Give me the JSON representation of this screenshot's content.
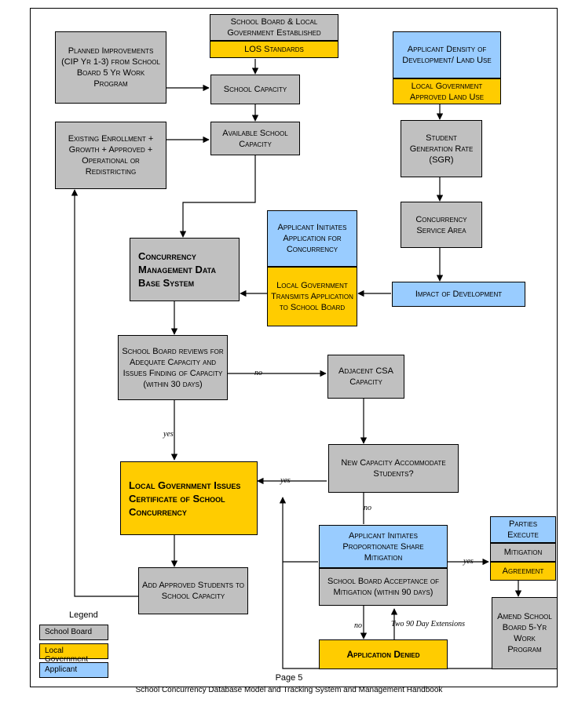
{
  "boxes": {
    "school_board_local_gov": "School Board & Local Government Established",
    "los_standards": "LOS Standards",
    "planned_improvements": "Planned Improvements (CIP Yr 1-3) from School Board 5 Yr Work Program",
    "applicant_density": "Applicant Density of Development/ Land Use",
    "local_gov_land_use": "Local Government Approved Land Use",
    "school_capacity": "School Capacity",
    "existing_enrollment": "Existing Enrollment + Growth + Approved + Operational or Redistricting",
    "available_capacity": "Available School Capacity",
    "sgr": "Student Generation Rate (SGR)",
    "concurrency_service_area": "Concurrency Service Area",
    "applicant_initiates_application": "Applicant Initiates Application for Concurrency",
    "local_gov_transmits": "Local Government Transmits Application to School Board",
    "cmdb_system": "Concurrency Management Data Base System",
    "impact_of_development": "Impact of Development",
    "school_board_reviews": "School Board reviews for Adequate Capacity and Issues Finding of Capacity (within 30 days)",
    "adjacent_csa": "Adjacent CSA Capacity",
    "new_capacity": "New Capacity Accommodate Students?",
    "certificate": "Local Government Issues Certificate of School Concurrency",
    "applicant_mitigation": "Applicant Initiates Proportionate Share Mitigation",
    "acceptance_mitigation": "School Board Acceptance of Mitigation (within 90 days)",
    "parties_execute": "Parties Execute",
    "mitigation": "Mitigation",
    "agreement": "Agreement",
    "add_approved_students": "Add Approved Students to School Capacity",
    "amend_program": "Amend School Board 5-Yr Work Program",
    "application_denied": "Application Denied"
  },
  "labels": {
    "no_adjacent": "no",
    "yes_certificate": "yes",
    "yes_new_capacity": "yes",
    "no_mitigation": "no",
    "yes_parties": "yes",
    "no_denied": "no",
    "extensions": "Two 90 Day Extensions"
  },
  "legend": {
    "title": "Legend",
    "school_board": "School Board",
    "local_government": "Local Government",
    "applicant": "Applicant"
  },
  "footer": {
    "page": "Page 5",
    "handbook": "School Concurrency Database Model and Tracking System and Management Handbook"
  },
  "colors": {
    "school_board": "#c0c0c0",
    "local_government": "#ffcc00",
    "applicant": "#99ccff"
  }
}
